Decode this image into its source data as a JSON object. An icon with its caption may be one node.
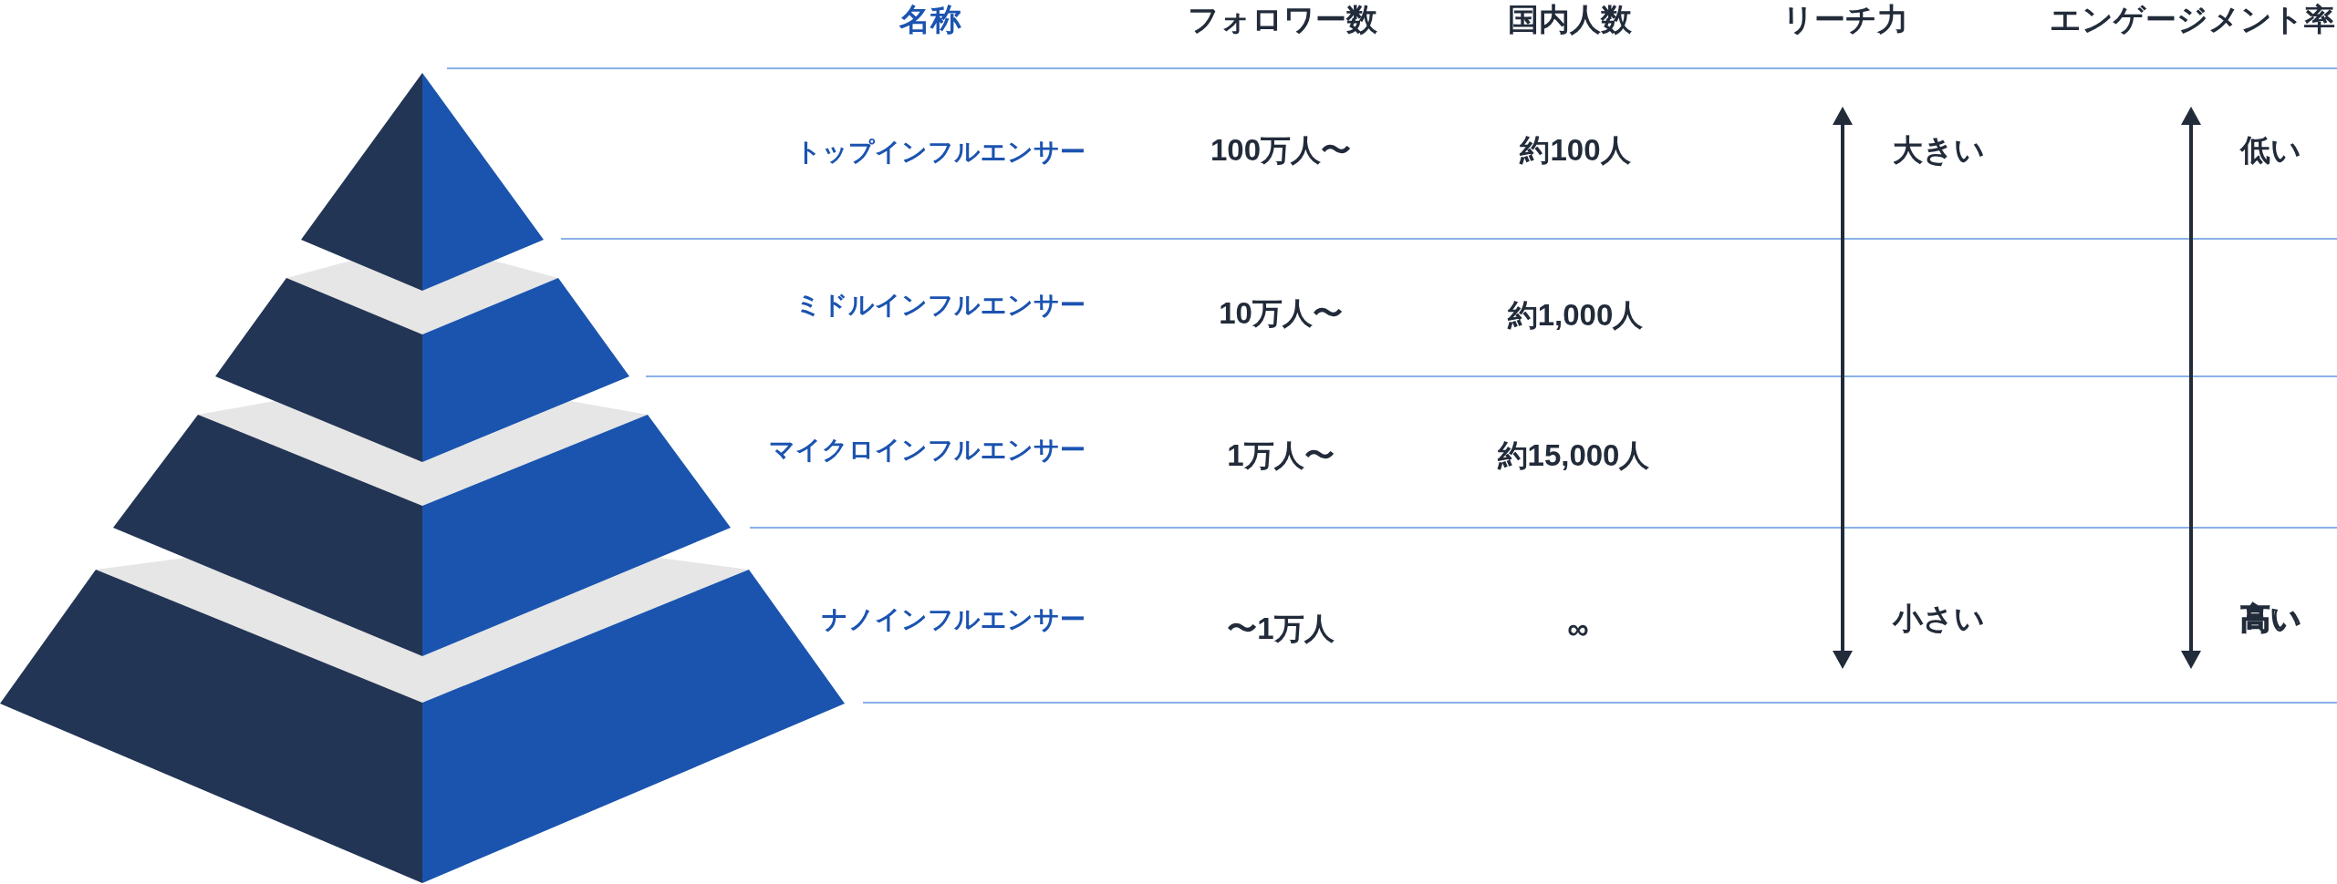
{
  "diagram": {
    "labels": [
      "名称",
      "フォロワー数",
      "国内人数",
      "リーチ力",
      "エンゲージメント率",
      "トップインフルエンサー",
      "100万人〜",
      "約100人",
      "大きい",
      "低い",
      "ミドルインフルエンサー",
      "10万人〜",
      "約1,000人",
      "マイクロインフルエンサー",
      "1万人〜",
      "約15,000人",
      "ナノインフルエンサー",
      "〜1万人",
      "∞",
      "小さい",
      "高い"
    ]
  }
}
